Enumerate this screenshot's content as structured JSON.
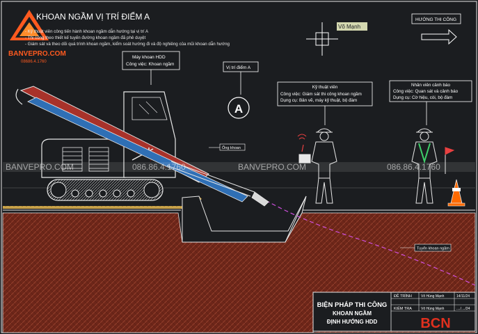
{
  "title": "KHOAN NGẦM VỊ TRÍ ĐIỂM A",
  "notes": [
    "- Kỹ thuật viên công tiến hành khoan ngầm dẫn hướng tại vị trí A",
    "- Thi công theo thiết kế tuyến đường khoan ngầm đã phê duyệt",
    "- Giám sát và theo dõi quá trình khoan ngầm, kiểm soát hướng đi và độ nghiêng của mũi khoan dẫn hướng"
  ],
  "logo": {
    "text": "BANVEPRO.COM",
    "phone": "08686.4.1760"
  },
  "watermark": {
    "site": "BANVEPRO.COM",
    "phone": "086.86.4.1760"
  },
  "north_label": "Võ Mạnh",
  "direction": {
    "label": "HƯỚNG THI CÔNG"
  },
  "callouts": {
    "machine": {
      "line1": "Máy khoan HDD",
      "line2": "Công việc: Khoan ngầm"
    },
    "position": {
      "label": "Vị trí điểm A",
      "marker": "A"
    },
    "technician": {
      "line1": "Kỹ thuật viên",
      "line2": "Công việc: Giám sát thi công khoan ngầm",
      "line3": "Dụng cụ: Bản vẽ, máy kỹ thuật, bộ đàm"
    },
    "warning": {
      "line1": "Nhân viên cảnh báo",
      "line2": "Công việc: Quan sát và cảnh báo",
      "line3": "Dụng cụ: Cờ hiệu, còi, bộ đàm"
    },
    "drill_pipe": "Ống khoan",
    "bore_path": "Tuyến khoan ngầm"
  },
  "title_block": {
    "title_line1": "BIỆN PHÁP THI CÔNG",
    "title_line2": "KHOAN NGẦM",
    "title_line3": "ĐỊNH HƯỚNG HDD",
    "row1": {
      "label": "ĐỀ TRÌNH",
      "name": "Võ Hùng Mạnh",
      "date": "14/11/24"
    },
    "row2": {
      "label": "KIỂM TRA",
      "name": "Võ Hùng Mạnh",
      "date": "..../..../24"
    },
    "brand": "BCN"
  },
  "colors": {
    "background": "#1b1d20",
    "line": "#e8e8e8",
    "soil": "#7a2a1e",
    "soil_hatch": "#a04a32",
    "drill_red": "#c0392b",
    "pipe_blue": "#2f6fb5",
    "cone_orange": "#ff6a00",
    "bore_magenta": "#d050e0",
    "brand_red": "#e0301e"
  }
}
